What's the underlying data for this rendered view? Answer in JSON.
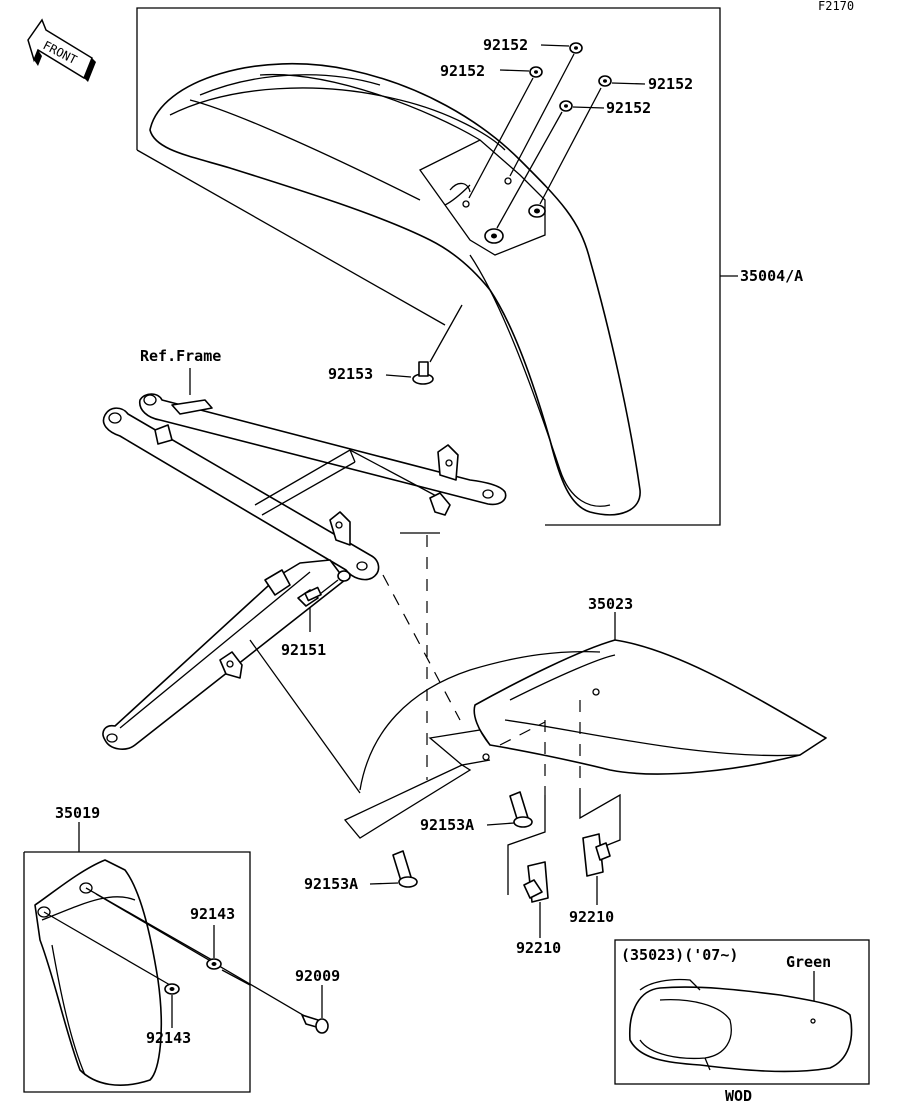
{
  "diagram": {
    "code": "F2170",
    "front_badge": "FRONT",
    "ref_frame": "Ref.Frame",
    "inset_title": "(35023)('07~)",
    "inset_color": "Green",
    "footer": "WOD",
    "parts": {
      "p_92152_a": "92152",
      "p_92152_b": "92152",
      "p_92152_c": "92152",
      "p_92152_d": "92152",
      "p_35004a": "35004/A",
      "p_92153": "92153",
      "p_92151": "92151",
      "p_35023": "35023",
      "p_92153a_a": "92153A",
      "p_92153a_b": "92153A",
      "p_92210_a": "92210",
      "p_92210_b": "92210",
      "p_35019": "35019",
      "p_92143_a": "92143",
      "p_92143_b": "92143",
      "p_92009": "92009"
    }
  }
}
